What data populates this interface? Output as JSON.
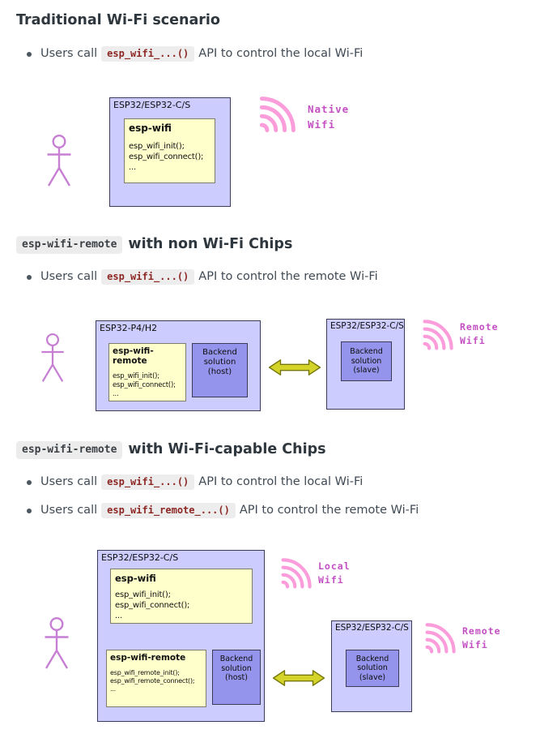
{
  "sec1": {
    "heading": "Traditional Wi-Fi scenario",
    "b1_pre": "Users call",
    "b1_code": "esp_wifi_...()",
    "b1_post": "API to control the local Wi-Fi"
  },
  "sec2": {
    "heading_code": "esp-wifi-remote",
    "heading_rest": "with non Wi-Fi Chips",
    "b1_pre": "Users call",
    "b1_code": "esp_wifi_...()",
    "b1_post": "API to control the remote Wi-Fi"
  },
  "sec3": {
    "heading_code": "esp-wifi-remote",
    "heading_rest": "with Wi-Fi-capable Chips",
    "b1_pre": "Users call",
    "b1_code": "esp_wifi_...()",
    "b1_post": "API to control the local Wi-Fi",
    "b2_pre": "Users call",
    "b2_code": "esp_wifi_remote_...()",
    "b2_post": "API to control the remote Wi-Fi"
  },
  "diagram1": {
    "chip": "ESP32/ESP32-C/S",
    "module": "esp-wifi",
    "code": "esp_wifi_init();\nesp_wifi_connect();\n...",
    "wifi_label": "Native\nWifi"
  },
  "diagram2": {
    "host_chip": "ESP32-P4/H2",
    "module": "esp-wifi-remote",
    "code": "esp_wifi_init();\nesp_wifi_connect();\n...",
    "backend_host": "Backend\nsolution\n(host)",
    "slave_chip": "ESP32/ESP32-C/S",
    "backend_slave": "Backend\nsolution\n(slave)",
    "wifi_label": "Remote\nWifi"
  },
  "diagram3": {
    "host_chip": "ESP32/ESP32-C/S",
    "wifi_module": "esp-wifi",
    "wifi_code": "esp_wifi_init();\nesp_wifi_connect();\n...",
    "remote_module": "esp-wifi-remote",
    "remote_code": "esp_wifi_remote_init();\nesp_wifi_remote_connect();\n...",
    "backend_host": "Backend\nsolution\n(host)",
    "slave_chip": "ESP32/ESP32-C/S",
    "backend_slave": "Backend\nsolution\n(slave)",
    "local_wifi_label": "Local\nWifi",
    "remote_wifi_label": "Remote\nWifi"
  },
  "icons": {
    "actor": "person-actor-icon",
    "wifi": "wifi-signal-icon",
    "arrow": "bidirectional-arrow-icon",
    "bullet": "bullet-marker-icon"
  },
  "colors": {
    "node_fill": "#ccccff",
    "module_fill": "#ffffcc",
    "backend_fill": "#9494ec",
    "wifi_pink": "#fb9ddb",
    "wifi_text": "#c34fc3",
    "arrow_fill": "#d3d32a",
    "inline_code_text": "#8d2724",
    "inline_code_bg": "#ededed",
    "actor_stroke": "#c77fd4"
  }
}
